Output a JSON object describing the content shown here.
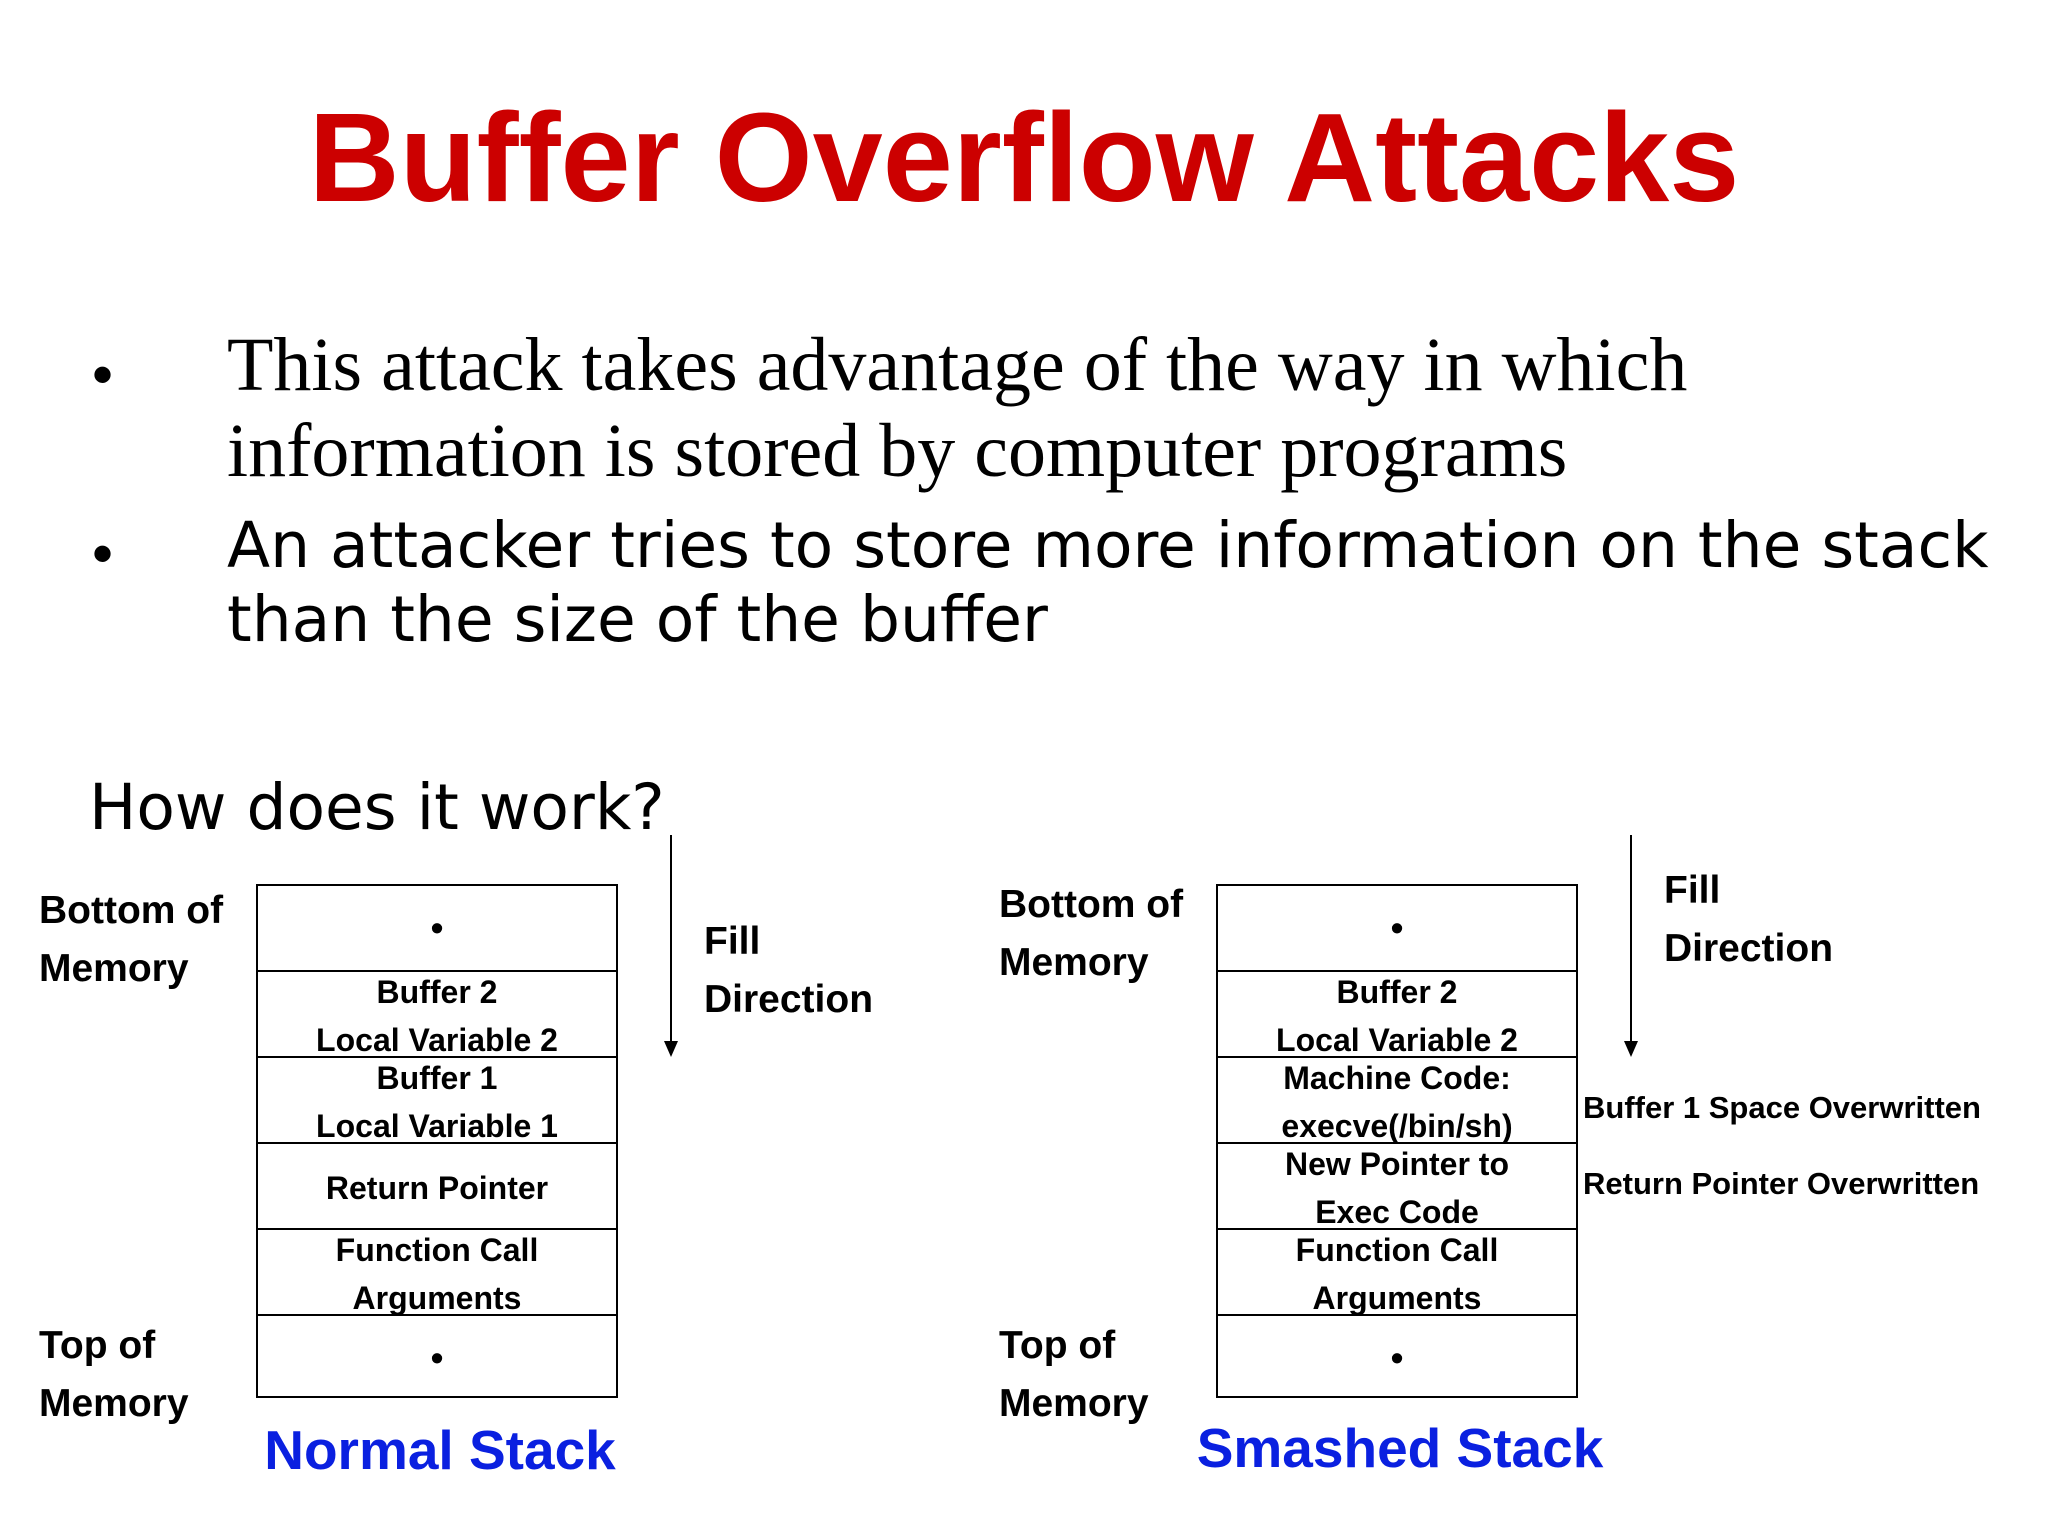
{
  "slide": {
    "title": "Buffer Overflow Attacks",
    "title_color": "#cc0000",
    "bullets": [
      {
        "symbol": "•",
        "line1": "This attack takes advantage of the way in which",
        "line2": "information is stored by computer programs"
      },
      {
        "symbol": "•",
        "line1": "An attacker tries to store more information on the stack",
        "line2": "than the size of the buffer"
      }
    ],
    "subheading": "How does it work?"
  },
  "normal_stack": {
    "bottom_label_1": "Bottom of",
    "bottom_label_2": "Memory",
    "top_label_1": "Top of",
    "top_label_2": "Memory",
    "cells": [
      {
        "type": "dot",
        "text": "•"
      },
      {
        "type": "two",
        "line1": "Buffer 2",
        "line2": "Local Variable 2"
      },
      {
        "type": "two",
        "line1": "Buffer 1",
        "line2": "Local Variable 1"
      },
      {
        "type": "one",
        "text": "Return Pointer"
      },
      {
        "type": "two",
        "line1": "Function Call",
        "line2": "Arguments"
      },
      {
        "type": "dot",
        "text": "•"
      }
    ],
    "fill_label_1": "Fill",
    "fill_label_2": "Direction",
    "caption": "Normal Stack"
  },
  "smashed_stack": {
    "bottom_label_1": "Bottom of",
    "bottom_label_2": "Memory",
    "top_label_1": "Top of",
    "top_label_2": "Memory",
    "cells": [
      {
        "type": "dot",
        "text": "•"
      },
      {
        "type": "two",
        "line1": "Buffer 2",
        "line2": "Local Variable 2"
      },
      {
        "type": "two",
        "line1": "Machine Code:",
        "line2": "execve(/bin/sh)"
      },
      {
        "type": "two",
        "line1": "New Pointer to",
        "line2": "Exec Code"
      },
      {
        "type": "two",
        "line1": "Function Call",
        "line2": "Arguments"
      },
      {
        "type": "dot",
        "text": "•"
      }
    ],
    "fill_label_1": "Fill",
    "fill_label_2": "Direction",
    "annotation_buffer": "Buffer 1 Space Overwritten",
    "annotation_return": "Return Pointer Overwritten",
    "caption": "Smashed Stack"
  },
  "colors": {
    "title": "#cc0000",
    "caption": "#0a20e0",
    "text": "#000000"
  }
}
